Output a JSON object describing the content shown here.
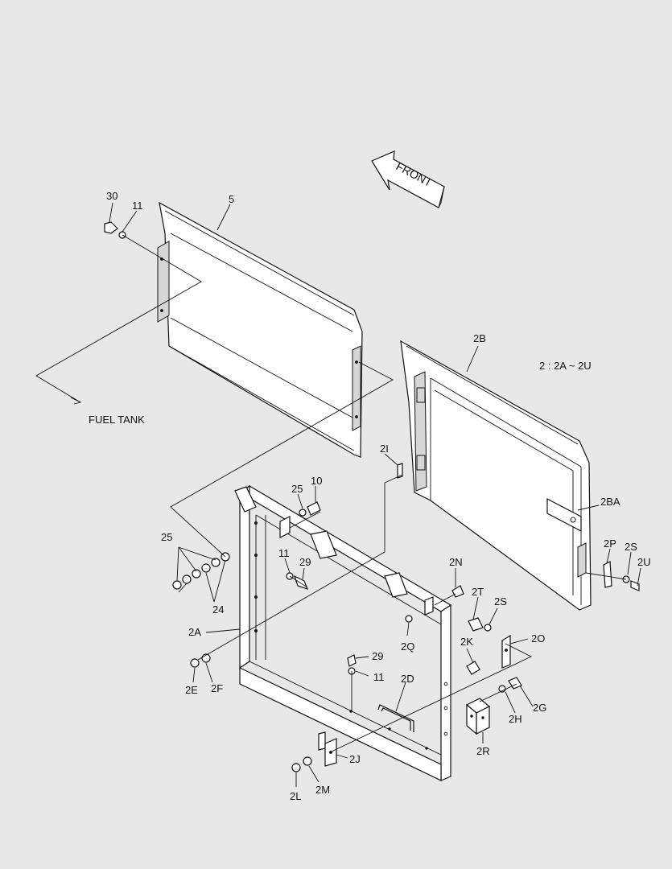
{
  "labels": {
    "front": "FRONT",
    "fuel_tank": "FUEL TANK",
    "assembly_note": "2 : 2A ~ 2U",
    "p30": "30",
    "p11a": "11",
    "p5": "5",
    "p2B": "2B",
    "p2I": "2I",
    "p25a": "25",
    "p10": "10",
    "p25b": "25",
    "p11b": "11",
    "p29a": "29",
    "p24": "24",
    "p2N": "2N",
    "p2BA": "2BA",
    "p2P": "2P",
    "p2S": "2S",
    "p2U": "2U",
    "p2T": "2T",
    "p2S2": "2S",
    "p2A": "2A",
    "p2Q": "2Q",
    "p2O": "2O",
    "p2K": "2K",
    "p29b": "29",
    "p11c": "11",
    "p2D": "2D",
    "p2G": "2G",
    "p2H": "2H",
    "p2E": "2E",
    "p2F": "2F",
    "p2R": "2R",
    "p2J": "2J",
    "p2L": "2L",
    "p2M": "2M"
  }
}
